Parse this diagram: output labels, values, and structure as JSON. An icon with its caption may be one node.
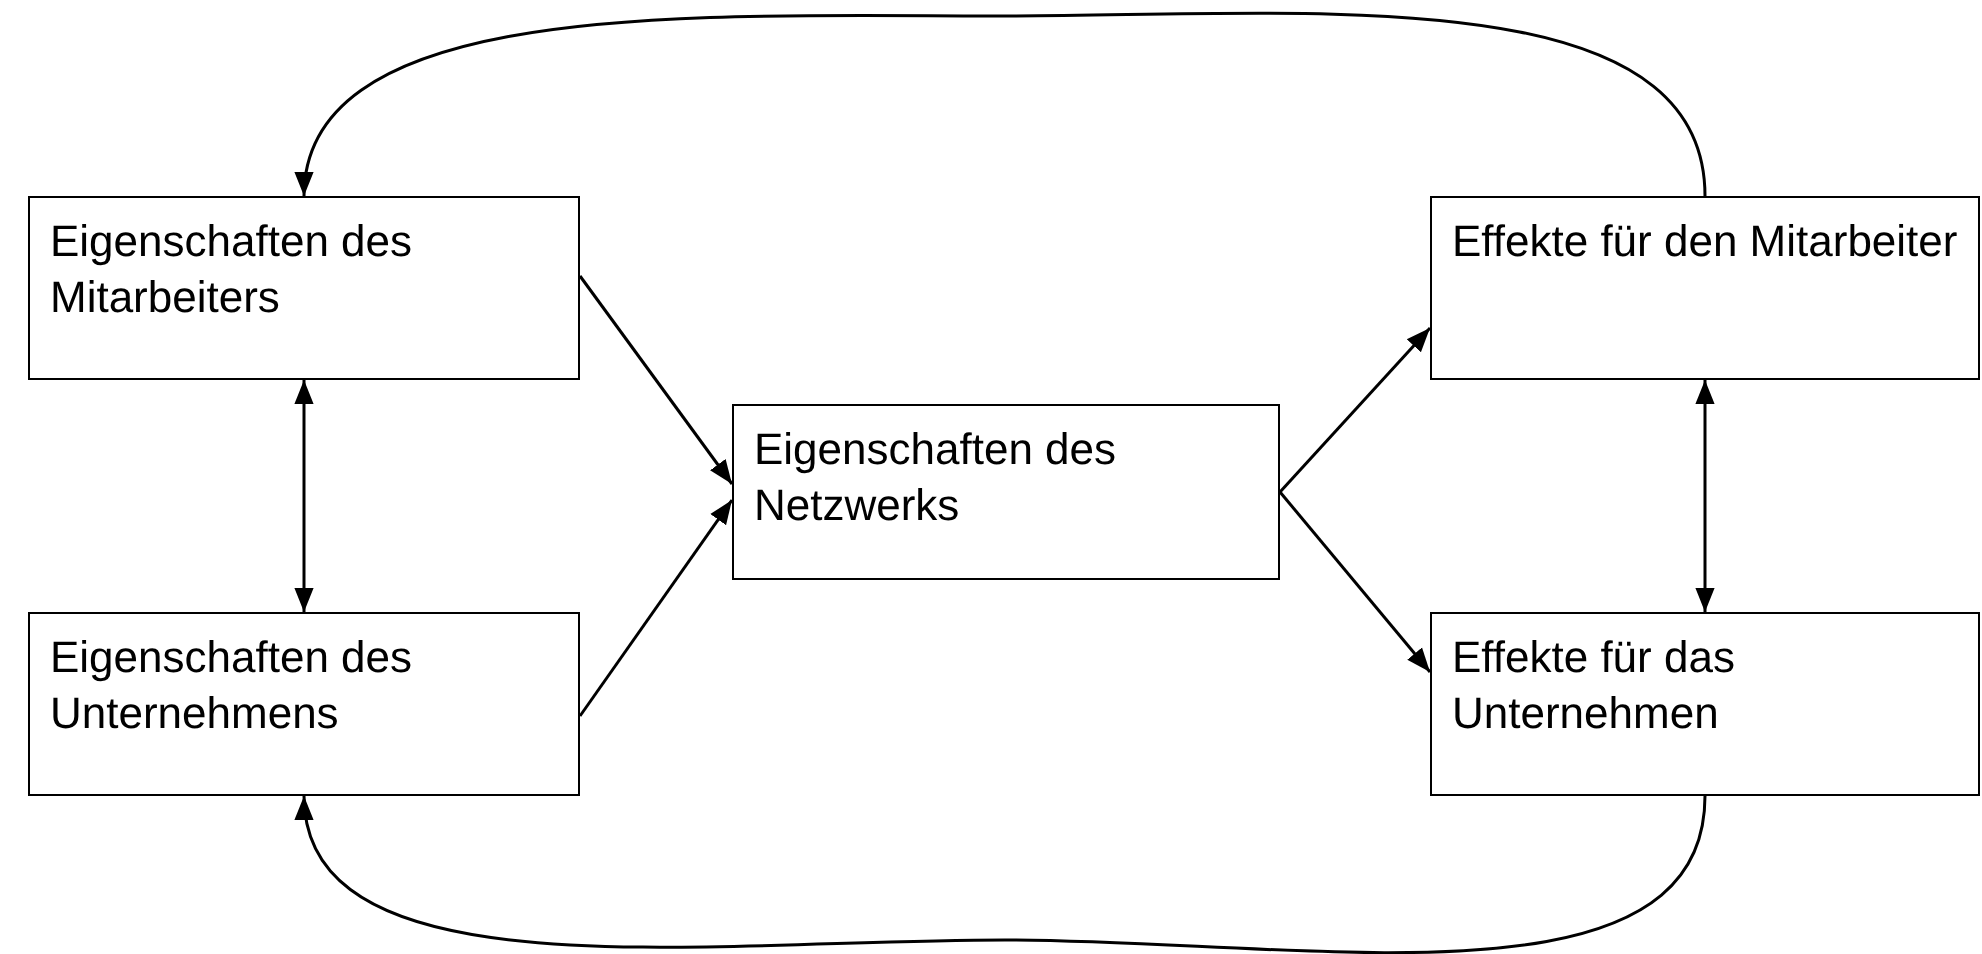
{
  "diagram": {
    "nodes": [
      {
        "text": [
          "Eigenschaften des Mitarbeiters"
        ]
      },
      {
        "text": [
          "Eigenschaften des Unternehmens"
        ]
      },
      {
        "text": [
          "Eigenschaften des Netzwerks"
        ]
      },
      {
        "text": [
          "Effekte für den Mitarbeiter"
        ]
      },
      {
        "text": [
          "Effekte für das Unternehmen"
        ]
      }
    ],
    "edges": [
      {
        "from": 0,
        "to": 2,
        "arrow": "to"
      },
      {
        "from": 1,
        "to": 2,
        "arrow": "to"
      },
      {
        "from": 2,
        "to": 3,
        "arrow": "to"
      },
      {
        "from": 2,
        "to": 4,
        "arrow": "to"
      },
      {
        "from": 0,
        "to": 1,
        "arrow": "both"
      },
      {
        "from": 3,
        "to": 4,
        "arrow": "both"
      },
      {
        "from": 3,
        "to": 0,
        "arrow": "to"
      },
      {
        "from": 4,
        "to": 1,
        "arrow": "to"
      }
    ]
  }
}
